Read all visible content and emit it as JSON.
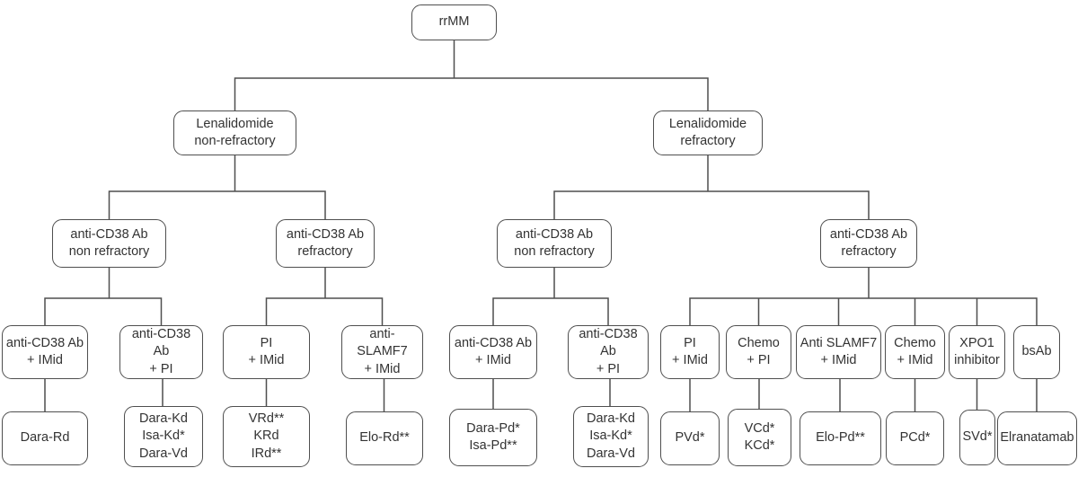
{
  "diagram_type": "decision-tree-flowchart",
  "colors": {
    "background": "#ffffff",
    "node_border": "#4f4f4f",
    "connector_line": "#4f4f4f",
    "text": "#333333"
  },
  "tree": {
    "level1": [
      {
        "label": "rrMM"
      }
    ],
    "level2": [
      {
        "label": "Lenalidomide\nnon-refractory"
      },
      {
        "label": "Lenalidomide\nrefractory"
      }
    ],
    "level3": [
      {
        "label": "anti-CD38 Ab\nnon refractory"
      },
      {
        "label": "anti-CD38 Ab\nrefractory"
      },
      {
        "label": "anti-CD38 Ab\nnon refractory"
      },
      {
        "label": "anti-CD38 Ab\nrefractory"
      }
    ],
    "level4": [
      {
        "label": "anti-CD38 Ab\n+ IMid"
      },
      {
        "label": "anti-CD38 Ab\n+ PI"
      },
      {
        "label": "PI\n+ IMid"
      },
      {
        "label": "anti-SLAMF7\n+ IMid"
      },
      {
        "label": "anti-CD38 Ab\n+ IMid"
      },
      {
        "label": "anti-CD38 Ab\n+ PI"
      },
      {
        "label": "PI\n+ IMid"
      },
      {
        "label": "Chemo\n+ PI"
      },
      {
        "label": "Anti SLAMF7\n+ IMid"
      },
      {
        "label": "Chemo\n+ IMid"
      },
      {
        "label": "XPO1\ninhibitor"
      },
      {
        "label": "bsAb"
      }
    ],
    "level5": [
      {
        "label": "Dara-Rd"
      },
      {
        "label": "Dara-Kd\nIsa-Kd*\nDara-Vd"
      },
      {
        "label": "VRd**\nKRd\nIRd**"
      },
      {
        "label": "Elo-Rd**"
      },
      {
        "label": "Dara-Pd*\nIsa-Pd**"
      },
      {
        "label": "Dara-Kd\nIsa-Kd*\nDara-Vd"
      },
      {
        "label": "PVd*"
      },
      {
        "label": "VCd*\nKCd*"
      },
      {
        "label": "Elo-Pd**"
      },
      {
        "label": "PCd*"
      },
      {
        "label": "SVd*"
      },
      {
        "label": "Elranatamab"
      }
    ]
  }
}
